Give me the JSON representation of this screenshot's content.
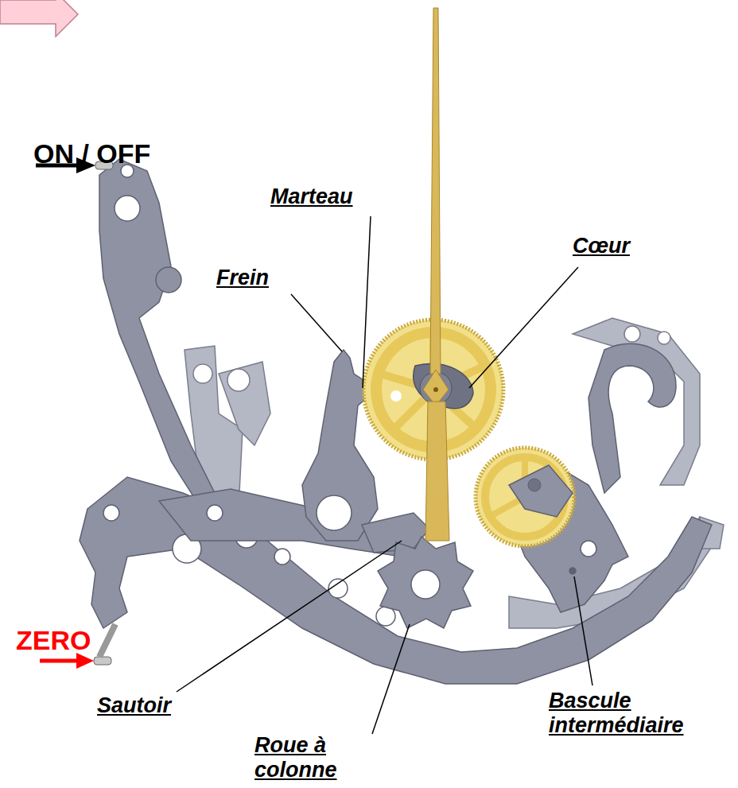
{
  "diagram": {
    "labels": [
      "ON / OFF",
      "Marteau",
      "Frein",
      "Cœur",
      "ZERO",
      "Sautoir",
      "Roue à colonne",
      "Bascule intermédiaire"
    ]
  }
}
